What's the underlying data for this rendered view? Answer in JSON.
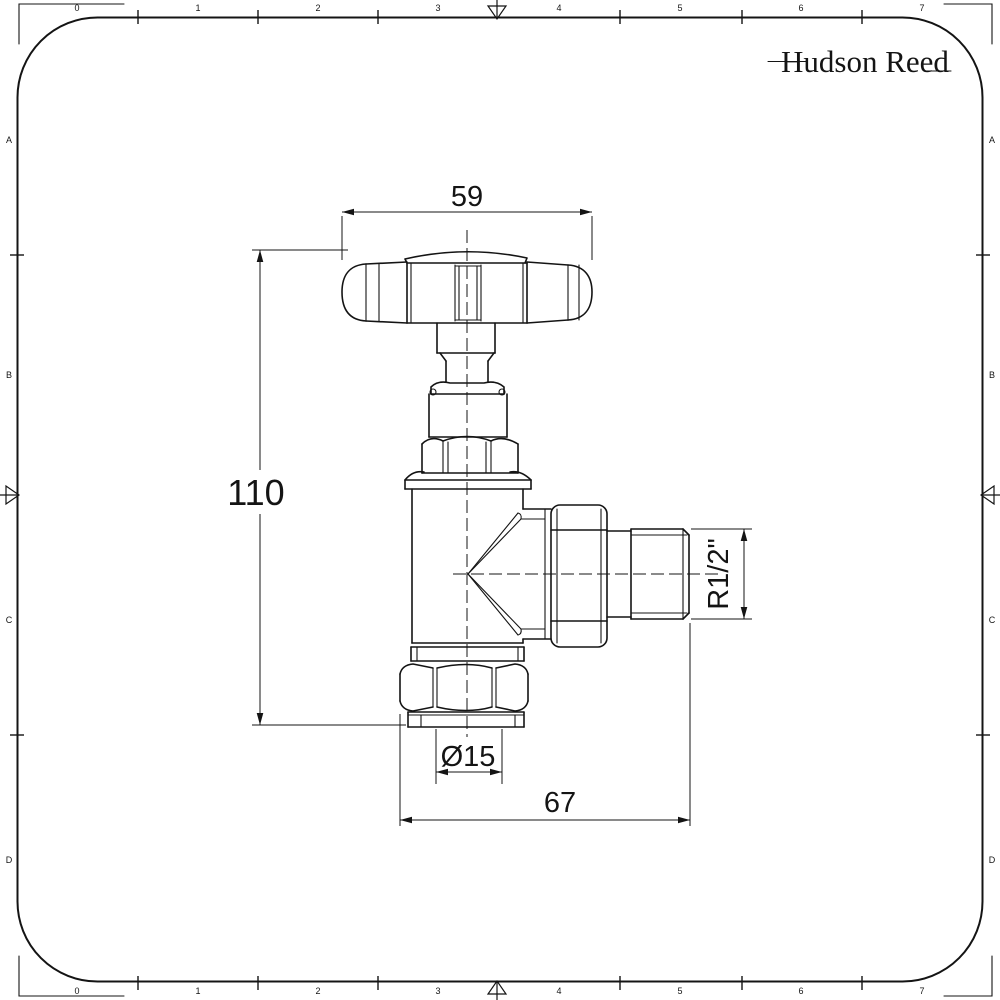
{
  "page": {
    "background": "#ffffff",
    "line_color": "#141414"
  },
  "logo": {
    "text": "Hudson Reed"
  },
  "sheet_border": {
    "top_labels": [
      "0",
      "1",
      "2",
      "3",
      "4",
      "5",
      "6",
      "7"
    ],
    "bottom_labels": [
      "0",
      "1",
      "2",
      "3",
      "4",
      "5",
      "6",
      "7"
    ],
    "left_labels": [
      "A",
      "B",
      "C",
      "D"
    ],
    "right_labels": [
      "A",
      "B",
      "C",
      "D"
    ]
  },
  "drawing": {
    "dimensions": {
      "handle_width_mm": "59",
      "overall_height_mm": "110",
      "outlet_thread": "R1/2\"",
      "inlet_diameter_mm": "Ø15",
      "overall_depth_mm": "67"
    }
  }
}
